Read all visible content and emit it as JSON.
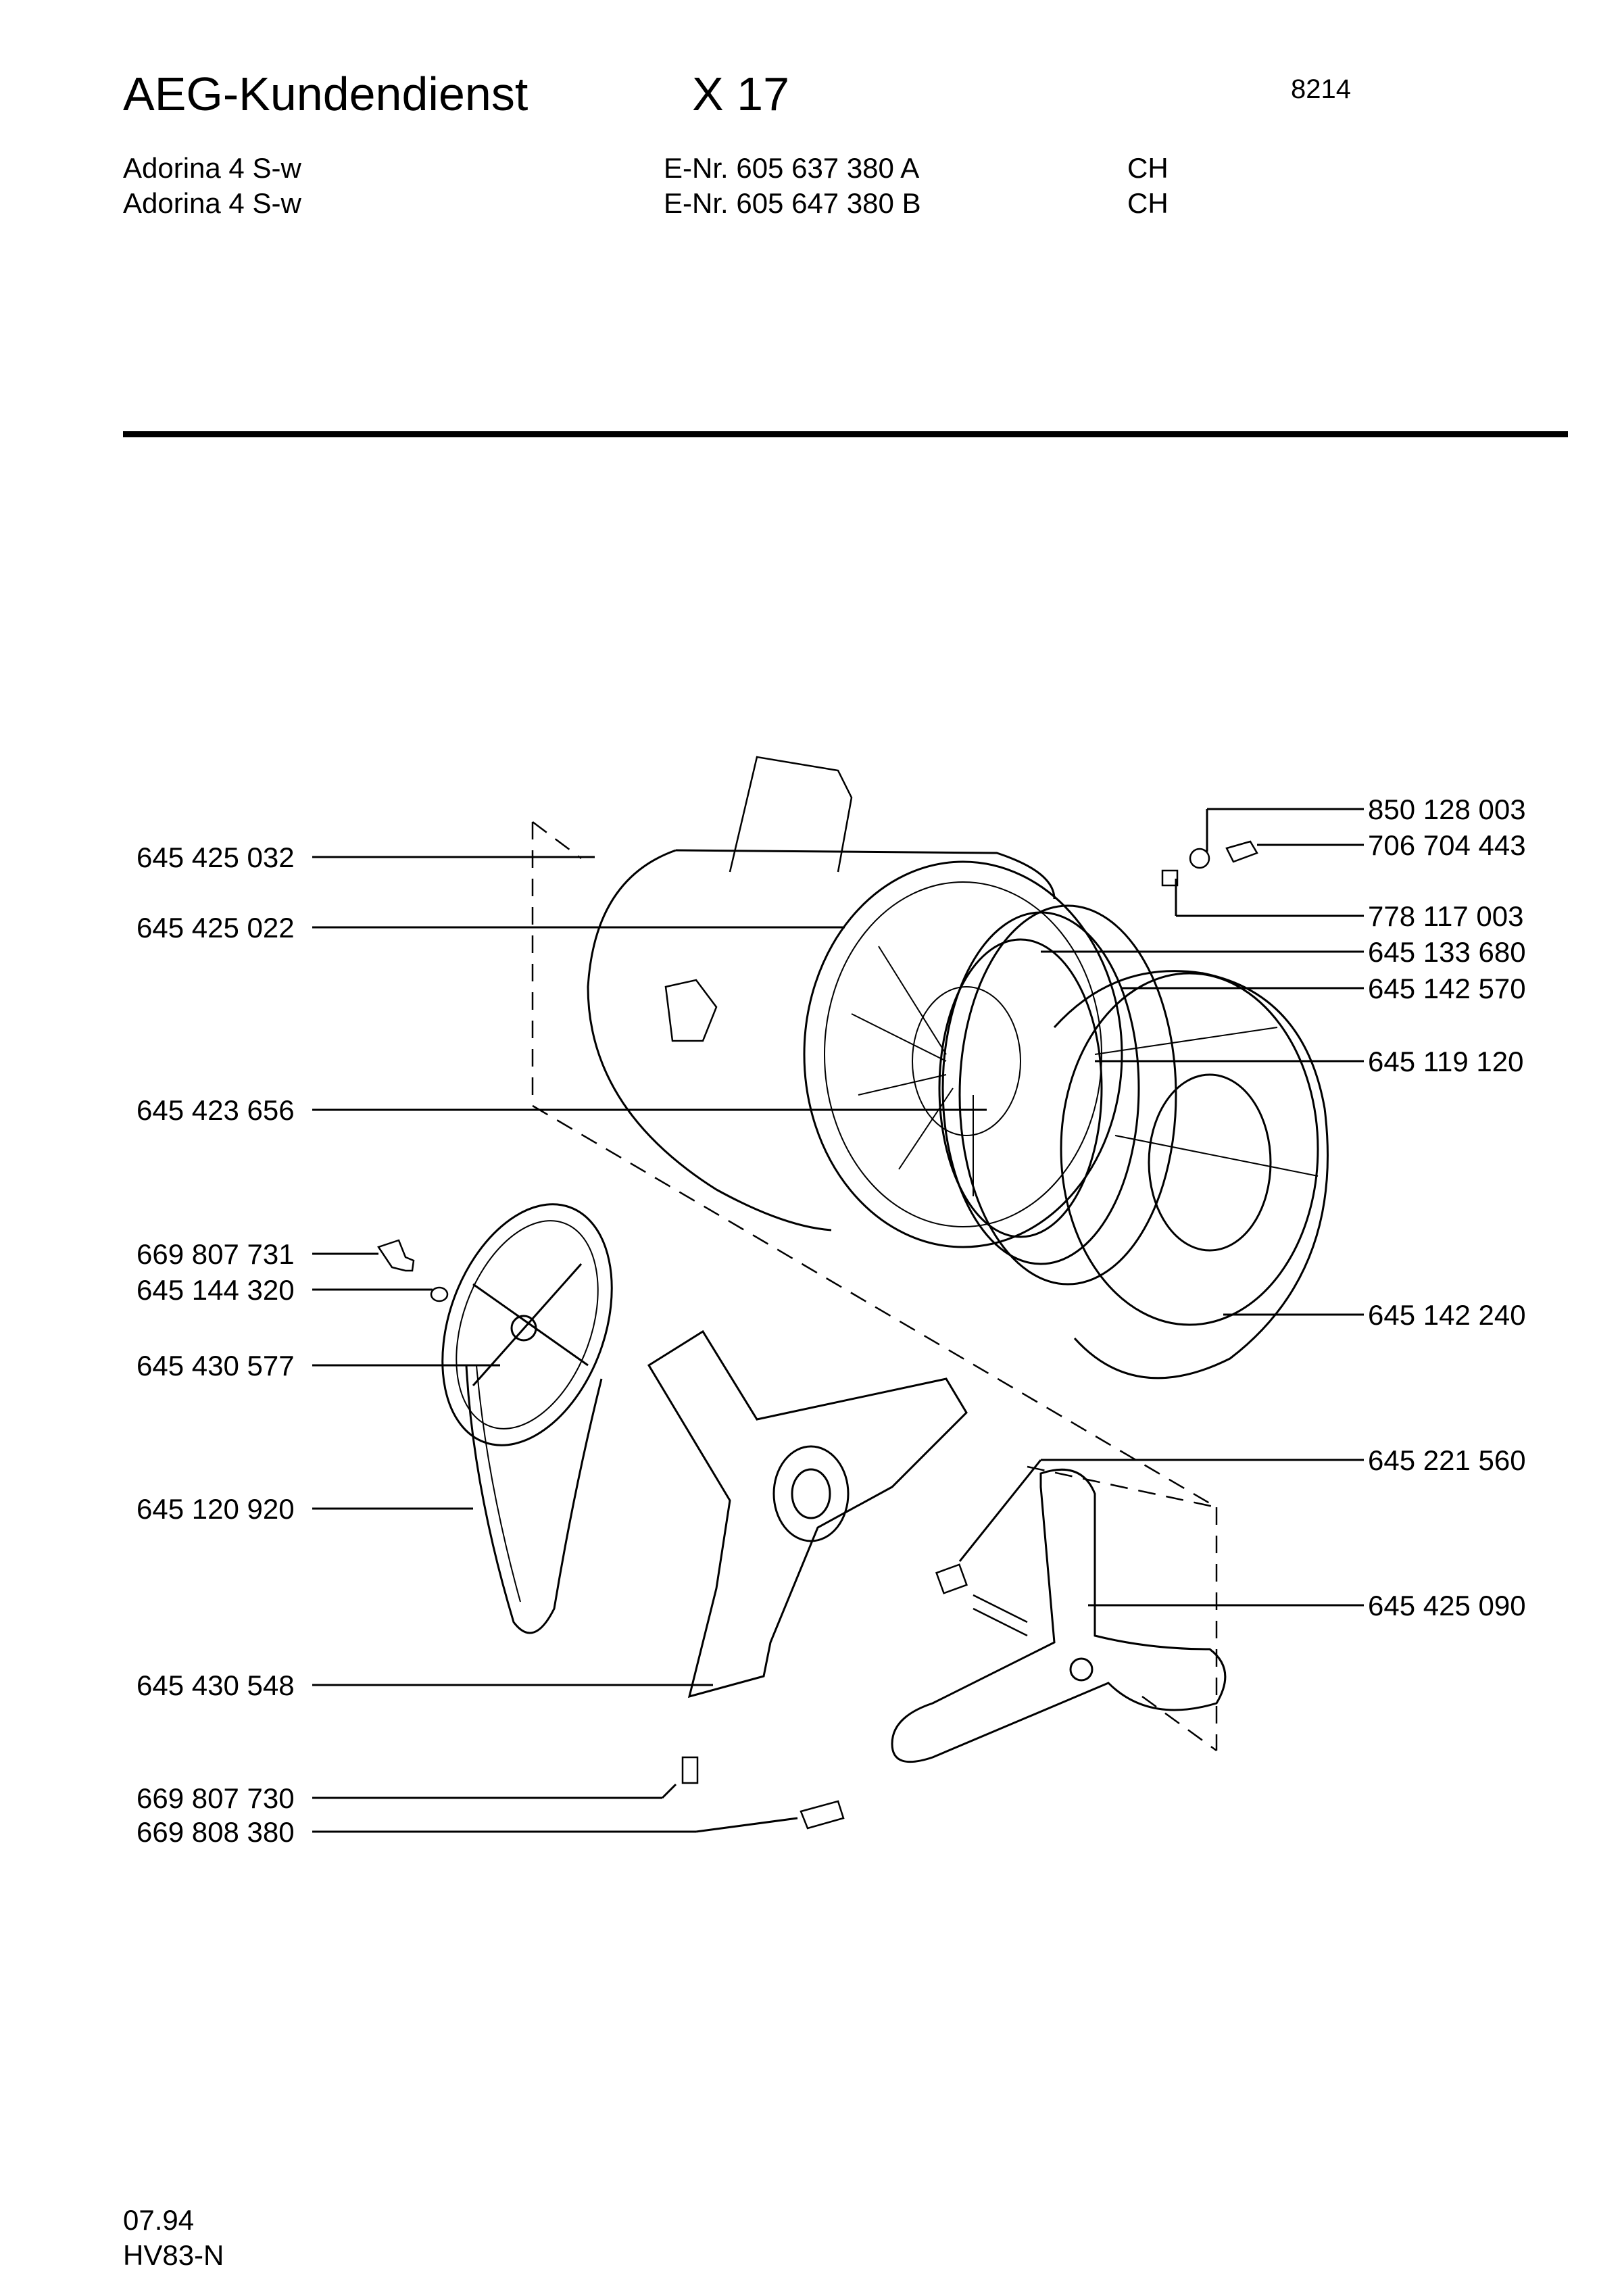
{
  "header": {
    "brand": "AEG-Kundendienst",
    "model": "X 17",
    "code": "8214"
  },
  "appliances": [
    {
      "name": "Adorina 4 S-w",
      "enr": "E-Nr. 605 637 380 A",
      "country": "CH"
    },
    {
      "name": "Adorina 4 S-w",
      "enr": "E-Nr. 605 647 380 B",
      "country": "CH"
    }
  ],
  "parts_left": [
    "645 425 032",
    "645 425 022",
    "645 423 656",
    "669 807 731",
    "645 144 320",
    "645 430 577",
    "645 120 920",
    "645 430 548",
    "669 807 730",
    "669 808 380"
  ],
  "parts_right": [
    "850 128 003",
    "706 704 443",
    "778 117 003",
    "645 133 680",
    "645 142 570",
    "645 119 120",
    "645 142 240",
    "645 221 560",
    "645 425 090"
  ],
  "footer": {
    "date": "07.94",
    "ref": "HV83-N"
  }
}
